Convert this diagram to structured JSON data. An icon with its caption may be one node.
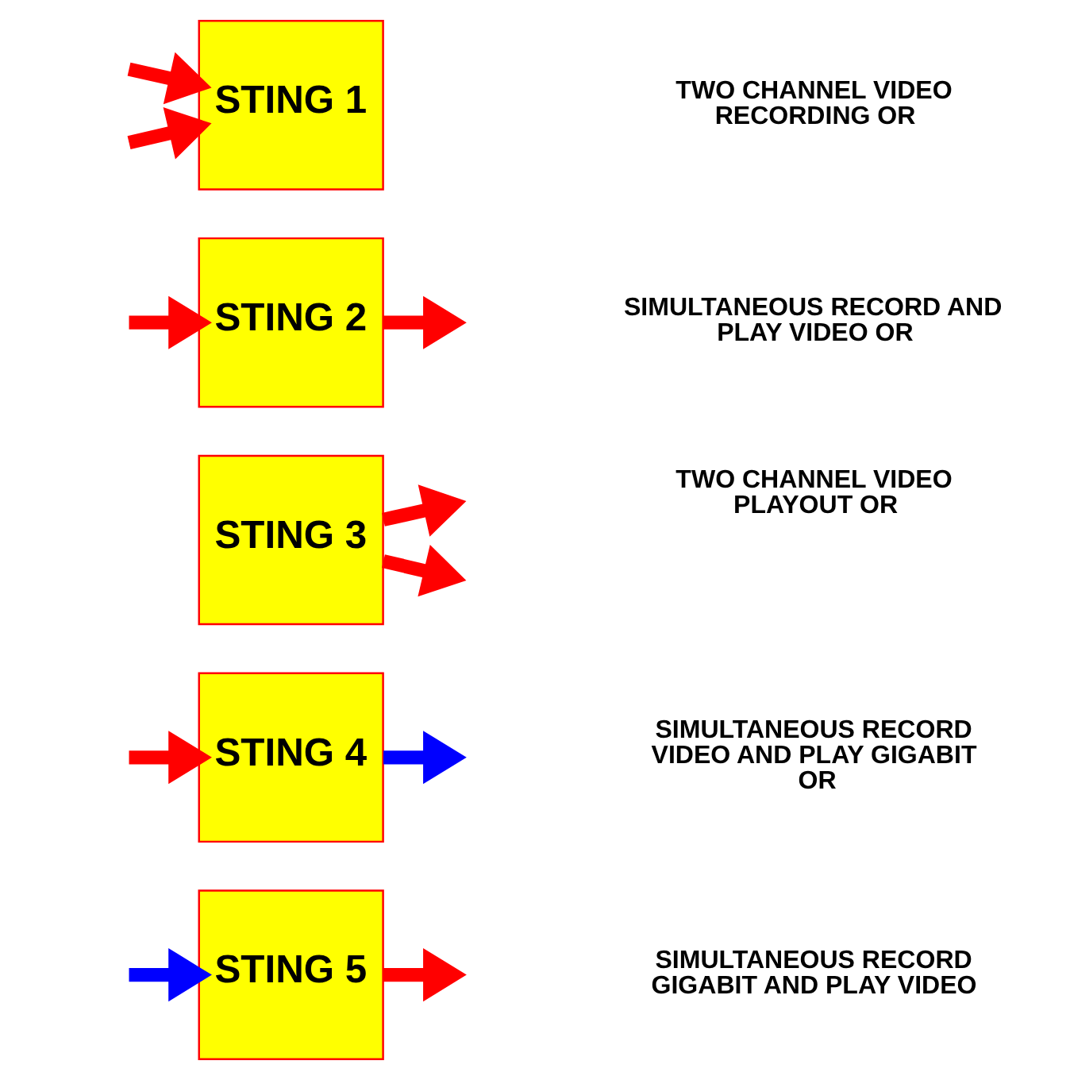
{
  "diagram": {
    "nodes": [
      {
        "text": [
          "STING 1"
        ]
      },
      {
        "text": [
          "STING 2"
        ]
      },
      {
        "text": [
          "STING 3"
        ]
      },
      {
        "text": [
          "STING 4"
        ]
      },
      {
        "text": [
          "STING 5"
        ]
      }
    ],
    "edges": [
      {
        "from": null,
        "to": 0,
        "arrow": "to"
      },
      {
        "from": null,
        "to": 0,
        "arrow": "to"
      },
      {
        "from": 1,
        "to": null,
        "arrow": "to"
      },
      {
        "from": null,
        "to": 1,
        "arrow": "to"
      },
      {
        "from": 2,
        "to": null,
        "arrow": "to"
      },
      {
        "from": 2,
        "to": null,
        "arrow": "to"
      },
      {
        "from": 3,
        "to": null,
        "arrow": "to",
        "color": "#0000ff"
      },
      {
        "from": null,
        "to": 3,
        "arrow": "to"
      },
      {
        "from": 4,
        "to": null,
        "arrow": "to"
      },
      {
        "from": null,
        "to": 4,
        "arrow": "to",
        "color": "#0000ff"
      }
    ],
    "labels": [
      "TWO CHANNEL VIDEO RECORDING OR",
      "SIMULTANEOUS RECORD AND PLAY VIDEO OR",
      "TWO CHANNEL VIDEO PLAYOUT OR",
      "SIMULTANEOUS RECORD VIDEO AND PLAY GIGABIT OR",
      "SIMULTANEOUS RECORD GIGABIT AND PLAY VIDEO"
    ]
  }
}
